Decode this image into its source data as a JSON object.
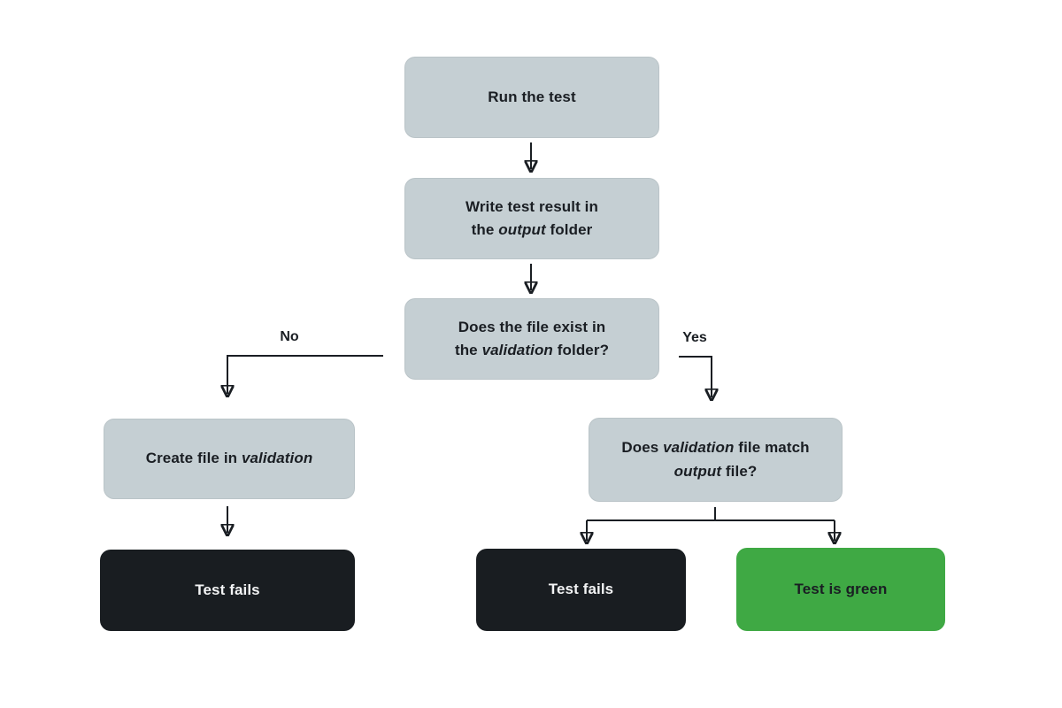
{
  "diagram": {
    "kind": "flowchart",
    "colors": {
      "box_gray": "#c5cfd3",
      "box_dark": "#191d21",
      "box_green": "#3fa944",
      "connector": "#1a1e23",
      "text_dark": "#1a1e23",
      "text_light": "#f2f3f4",
      "background": "#ffffff"
    },
    "edge_labels": {
      "no": "No",
      "yes": "Yes"
    },
    "nodes": [
      {
        "id": "run-the-test",
        "kind": "process",
        "segments": [
          {
            "text": "Run the test",
            "italic": false
          }
        ]
      },
      {
        "id": "write-test-result",
        "kind": "process",
        "segments": [
          {
            "text": "Write test result in\nthe ",
            "italic": false
          },
          {
            "text": "output",
            "italic": true
          },
          {
            "text": " folder",
            "italic": false
          }
        ]
      },
      {
        "id": "does-file-exist",
        "kind": "decision",
        "segments": [
          {
            "text": "Does the file exist in\nthe ",
            "italic": false
          },
          {
            "text": "validation",
            "italic": true
          },
          {
            "text": " folder?",
            "italic": false
          }
        ]
      },
      {
        "id": "create-file",
        "kind": "process",
        "segments": [
          {
            "text": "Create file in ",
            "italic": false
          },
          {
            "text": "validation",
            "italic": true
          }
        ]
      },
      {
        "id": "does-files-match",
        "kind": "decision",
        "segments": [
          {
            "text": "Does ",
            "italic": false
          },
          {
            "text": "validation",
            "italic": true
          },
          {
            "text": " file match\n",
            "italic": false
          },
          {
            "text": "output",
            "italic": true
          },
          {
            "text": " file?",
            "italic": false
          }
        ]
      },
      {
        "id": "test-fails-left",
        "kind": "fail",
        "segments": [
          {
            "text": "Test fails",
            "italic": false
          }
        ]
      },
      {
        "id": "test-fails-middle",
        "kind": "fail",
        "segments": [
          {
            "text": "Test fails",
            "italic": false
          }
        ]
      },
      {
        "id": "test-is-green",
        "kind": "success",
        "segments": [
          {
            "text": "Test is green",
            "italic": false
          }
        ]
      }
    ]
  }
}
